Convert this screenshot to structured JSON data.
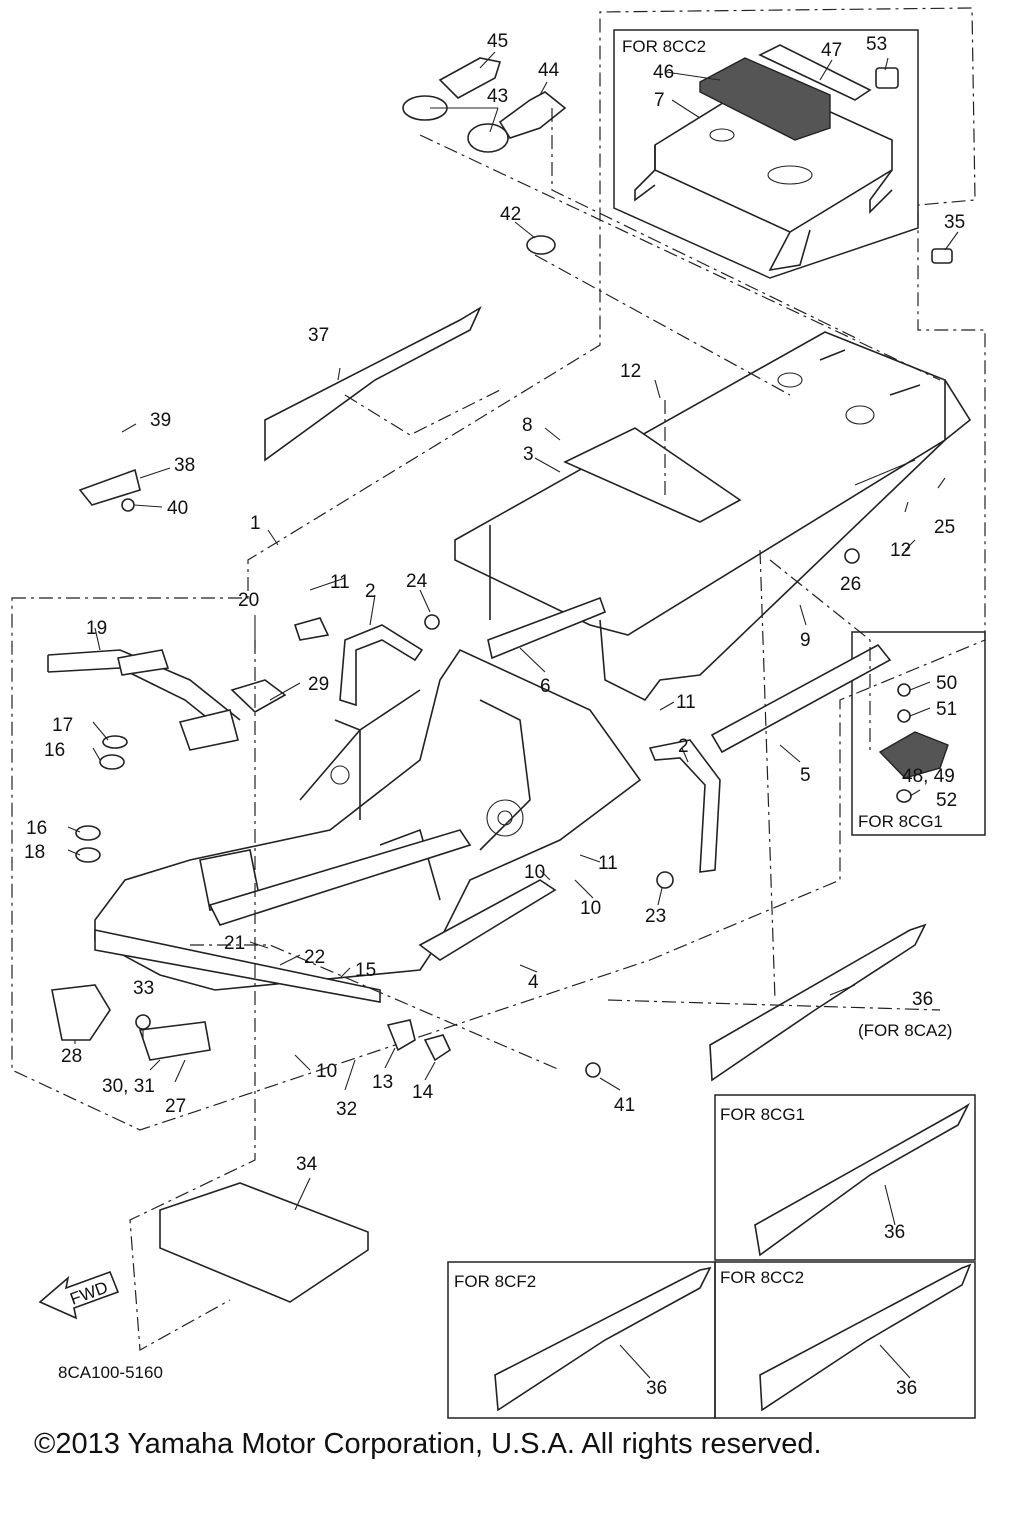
{
  "diagram": {
    "part_labels": [
      "1",
      "2",
      "2",
      "3",
      "4",
      "5",
      "6",
      "7",
      "8",
      "9",
      "10",
      "10",
      "10",
      "11",
      "11",
      "11",
      "12",
      "12",
      "13",
      "14",
      "15",
      "16",
      "16",
      "17",
      "18",
      "19",
      "20",
      "21",
      "22",
      "23",
      "24",
      "25",
      "26",
      "27",
      "28",
      "29",
      "30, 31",
      "32",
      "33",
      "34",
      "35",
      "36",
      "36",
      "36",
      "36",
      "37",
      "38",
      "39",
      "40",
      "41",
      "42",
      "43",
      "44",
      "45",
      "46",
      "47",
      "48, 49",
      "50",
      "51",
      "52",
      "53"
    ],
    "notes": {
      "for_8cc2_top": "FOR 8CC2",
      "for_8ca2": "(FOR 8CA2)",
      "for_8cg1_side": "FOR 8CG1",
      "for_8cg1_box": "FOR 8CG1",
      "for_8cf2_box": "FOR 8CF2",
      "for_8cc2_box": "FOR 8CC2"
    },
    "fwd_label": "FWD",
    "diagram_code": "8CA100-5160"
  },
  "copyright": "©2013 Yamaha Motor Corporation, U.S.A. All rights reserved."
}
